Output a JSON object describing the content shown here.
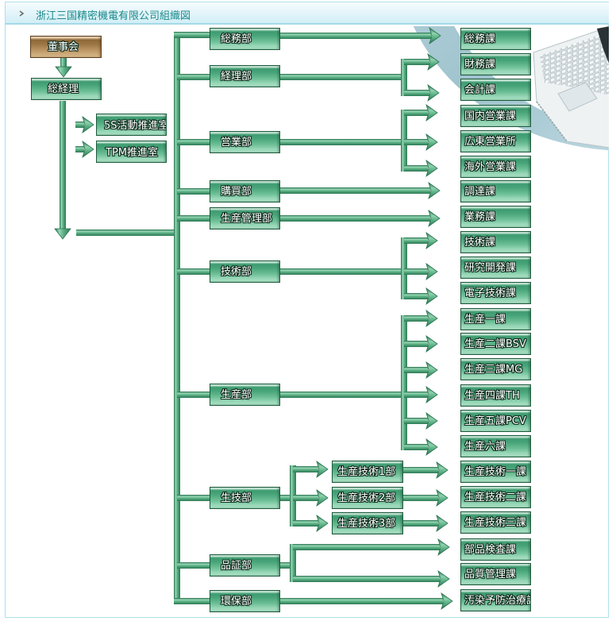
{
  "header": {
    "title": "浙江三国精密機電有限公司組織図",
    "icon": "chevron-right-icon"
  },
  "org": {
    "board": "董事会",
    "president": "総経理",
    "staff_offices": [
      "5S活動推進室",
      "TPM推進室"
    ],
    "departments": [
      {
        "name": "総務部",
        "sections": [
          "総務課"
        ]
      },
      {
        "name": "経理部",
        "sections": [
          "財務課",
          "会計課"
        ]
      },
      {
        "name": "営業部",
        "sections": [
          "国内営業課",
          "広東営業所",
          "海外営業課"
        ]
      },
      {
        "name": "購買部",
        "sections": [
          "調達課"
        ]
      },
      {
        "name": "生産管理部",
        "sections": [
          "業務課"
        ]
      },
      {
        "name": "技術部",
        "sections": [
          "技術課",
          "研究開発課",
          "電子技術課"
        ]
      },
      {
        "name": "生産部",
        "sections": [
          "生産一課",
          "生産二課BSV",
          "生産三課MG",
          "生産四課TH",
          "生産五課PCV",
          "生産六課"
        ]
      },
      {
        "name": "生技部",
        "sub_departments": [
          {
            "name": "生産技術1部",
            "sections": [
              "生産技術一課"
            ]
          },
          {
            "name": "生産技術2部",
            "sections": [
              "生産技術二課"
            ]
          },
          {
            "name": "生産技術3部",
            "sections": [
              "生産技術三課"
            ]
          }
        ]
      },
      {
        "name": "品証部",
        "sections": [
          "部品検査課",
          "品質管理課"
        ]
      },
      {
        "name": "環保部",
        "sections": [
          "汚染予防治療課"
        ]
      }
    ]
  },
  "colors": {
    "title_text": "#1b8a8c",
    "box_green": "#48a479",
    "box_border": "#1d5a3c",
    "board_brown": "#9c7746",
    "connector": "#3f9a70",
    "frame_border": "#aee0ec"
  }
}
